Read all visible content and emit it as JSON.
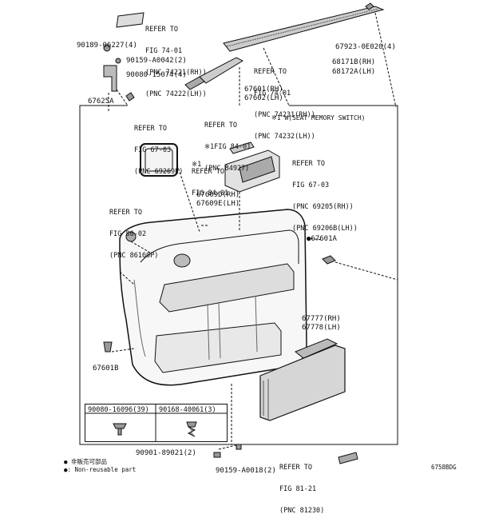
{
  "diagram": {
    "part_labels": {
      "p90189": "90189-06227(4)",
      "p90159a": "90159-A0042(2)",
      "p90080": "90080-15074(4)",
      "p67625": "67625A",
      "p67923": "67923-0E020(4)",
      "p68171": "68171B(RH)",
      "p68172": "68172A(LH)",
      "p67601": "67601(RH)",
      "p67602": "67602(LH)",
      "p67609d": "67609D(RH)",
      "p67609e": "67609E(LH)",
      "p67601a": "●67601A",
      "p67777": "67777(RH)",
      "p67778": "67778(LH)",
      "p67601b": "67601B",
      "p90901": "90901-89021(2)",
      "p90159b": "90159-A0018(2)"
    },
    "refs": {
      "r1": {
        "refer": "REFER TO",
        "fig": "FIG 74-01",
        "pnc1": "(PNC 74221(RH))",
        "pnc2": "(PNC 74222(LH))"
      },
      "r2": {
        "refer": "REFER TO",
        "fig": "FIG 74-01",
        "pnc1": "(PNC 74231(RH))",
        "pnc2": "(PNC 74232(LH))"
      },
      "r3": {
        "refer": "REFER TO",
        "fig": "FIG 67-03",
        "pnc1": "(PNC 69269E)"
      },
      "r4": {
        "refer": "REFER TO",
        "fig": "※1FIG 84-01",
        "pnc1": "(PNC 84927)"
      },
      "r5": {
        "refer": "※1\nREFER TO",
        "fig": "FIG 84-01"
      },
      "r6": {
        "refer": "REFER TO",
        "fig": "FIG 67-03",
        "pnc1": "(PNC 69205(RH))",
        "pnc2": "(PNC 69206B(LH))"
      },
      "r7": {
        "refer": "REFER TO",
        "fig": "FIG 86-02",
        "pnc1": "(PNC 86160P)"
      },
      "r8": {
        "refer": "REFER TO",
        "fig": "FIG 81-21",
        "pnc1": "(PNC 81230)"
      }
    },
    "note": "※1 W(SEAT MEMORY SWITCH)",
    "table": {
      "col1": "90080-16096(39)",
      "col2": "90168-40061(3)"
    },
    "footer": {
      "line1": "● 非販売可部品",
      "line2": "●: Non-reusable part",
      "code": "6758BDG"
    }
  }
}
